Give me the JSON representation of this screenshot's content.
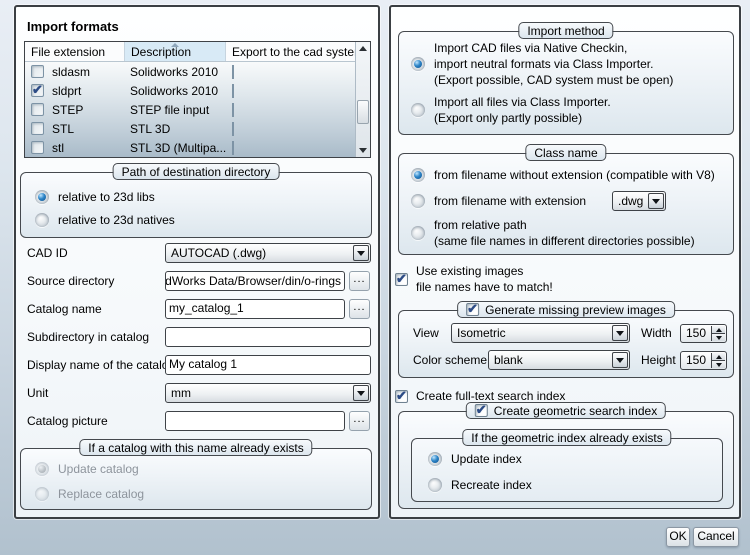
{
  "colors": {
    "dialog_bg_top": "#e9eef5",
    "dialog_bg_bottom": "#b1c1ce",
    "panel_border": "#3b3f43",
    "accent_blue": "#1c6ca6",
    "sorted_header_bg": "#d8eaf6",
    "check_color": "#2d4c86"
  },
  "left_panel": {
    "title": "Import formats",
    "table": {
      "columns": [
        "File extension",
        "Description",
        "Export to the cad system"
      ],
      "sorted_column": "Description",
      "rows": [
        {
          "extension": "sldasm",
          "description": "Solidworks 2010",
          "checked": false,
          "export_checked": false
        },
        {
          "extension": "sldprt",
          "description": "Solidworks 2010",
          "checked": true,
          "export_checked": false
        },
        {
          "extension": "STEP",
          "description": "STEP file input",
          "checked": false,
          "export_checked": false
        },
        {
          "extension": "STL",
          "description": "STL 3D",
          "checked": false,
          "export_checked": false
        },
        {
          "extension": "stl",
          "description": "STL 3D (Multipa...",
          "checked": false,
          "export_checked": false
        }
      ]
    },
    "path_group": {
      "caption": "Path of destination directory",
      "options": [
        {
          "label": "relative to 23d libs",
          "selected": true
        },
        {
          "label": "relative to 23d natives",
          "selected": false
        }
      ]
    },
    "browse_label": "...",
    "fields": {
      "cad_id": {
        "label": "CAD ID",
        "value": "AUTOCAD (.dwg)"
      },
      "source_directory": {
        "label": "Source directory",
        "value": "SolidWorks Data/Browser/din/o-rings"
      },
      "catalog_name": {
        "label": "Catalog name",
        "value": "my_catalog_1"
      },
      "subdirectory": {
        "label": "Subdirectory in catalog",
        "value": ""
      },
      "display_name": {
        "label": "Display name of the catalog",
        "value": "My catalog 1"
      },
      "unit": {
        "label": "Unit",
        "value": "mm"
      },
      "catalog_picture": {
        "label": "Catalog picture",
        "value": ""
      }
    },
    "exists_group": {
      "caption": "If a catalog with this name already exists",
      "options": [
        {
          "label": "Update catalog",
          "selected": true,
          "disabled": true
        },
        {
          "label": "Replace catalog",
          "selected": false,
          "disabled": true
        }
      ]
    }
  },
  "right_panel": {
    "import_method": {
      "caption": "Import method",
      "options": [
        {
          "selected": true,
          "lines": [
            "Import CAD files via Native Checkin,",
            "import neutral formats via Class Importer.",
            "(Export possible, CAD system must be open)"
          ]
        },
        {
          "selected": false,
          "lines": [
            "Import all files via Class Importer.",
            "(Export only partly possible)"
          ]
        }
      ]
    },
    "class_name": {
      "caption": "Class name",
      "option1": {
        "label": "from filename without extension (compatible with V8)",
        "selected": true
      },
      "option2": {
        "label": "from filename with extension",
        "selected": false,
        "combo_value": ".dwg"
      },
      "option3": {
        "selected": false,
        "lines": [
          "from relative path",
          "(same file names in different directories possible)"
        ]
      }
    },
    "use_existing_images": {
      "checked": true,
      "lines": [
        "Use existing images",
        "file names have to match!"
      ]
    },
    "preview_group": {
      "checked": true,
      "caption": "Generate missing preview images",
      "view": {
        "label": "View",
        "value": "Isometric"
      },
      "width": {
        "label": "Width",
        "value": "150"
      },
      "color_scheme": {
        "label": "Color scheme",
        "value": "blank"
      },
      "height": {
        "label": "Height",
        "value": "150"
      }
    },
    "fulltext": {
      "checked": true,
      "label": "Create full-text search index"
    },
    "geometric_group": {
      "checked": true,
      "caption": "Create geometric search index",
      "inner": {
        "caption": "If the geometric index already exists",
        "options": [
          {
            "label": "Update index",
            "selected": true
          },
          {
            "label": "Recreate index",
            "selected": false
          }
        ]
      }
    }
  },
  "footer": {
    "ok": "OK",
    "cancel": "Cancel"
  }
}
